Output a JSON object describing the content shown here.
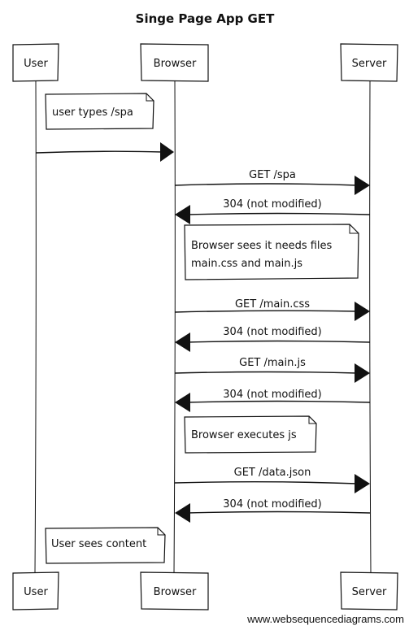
{
  "title": "Singe Page App GET",
  "participants": [
    "User",
    "Browser",
    "Server"
  ],
  "notes": {
    "user_types": "user types /spa",
    "browser_sees_1": "Browser sees it needs files",
    "browser_sees_2": "main.css and main.js",
    "browser_executes": "Browser executes js",
    "user_sees": "User sees content"
  },
  "messages": {
    "get_spa": "GET /spa",
    "not_modified_1": "304 (not modified)",
    "get_css": "GET /main.css",
    "not_modified_2": "304 (not modified)",
    "get_js": "GET /main.js",
    "not_modified_3": "304 (not modified)",
    "get_json": "GET /data.json",
    "not_modified_4": "304 (not modified)"
  },
  "footer": "www.websequencediagrams.com"
}
